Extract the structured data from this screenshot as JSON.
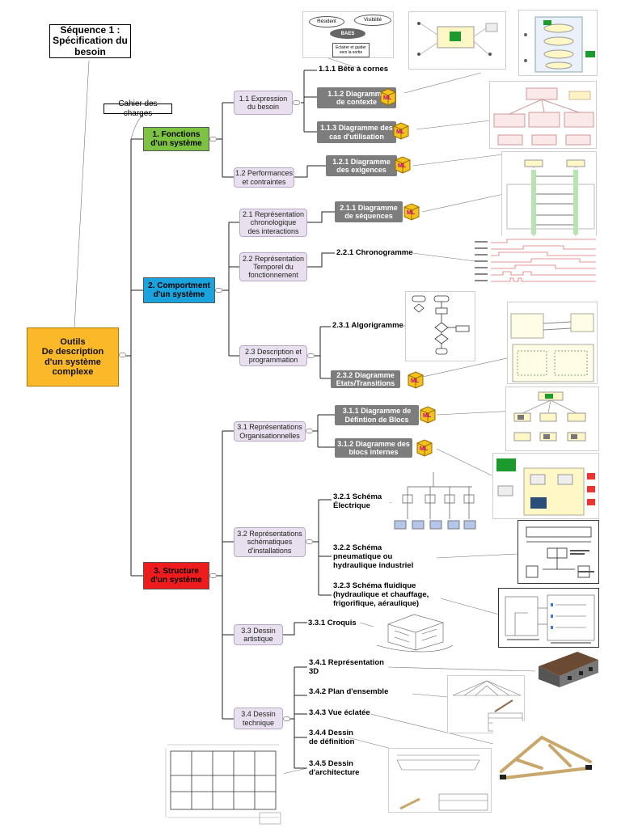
{
  "sequence_title": "Séquence 1 :\nSpécification du\nbesoin",
  "cahier": "Cahier des charges",
  "root": "Outils\nDe description\nd'un système\ncomplexe",
  "branches": [
    {
      "label": "1. Fonctions\nd'un système",
      "color": "#7dc242"
    },
    {
      "label": "2. Comportment\nd'un système",
      "color": "#1aa3dd"
    },
    {
      "label": "3. Structure\nd'un système",
      "color": "#ee1c1c"
    }
  ],
  "subs": {
    "s11": "1.1 Expression\ndu besoin",
    "s12": "1.2 Performances\net contraintes",
    "s21": "2.1 Représentation\nchronologique\ndes interactions",
    "s22": "2.2 Représentation\nTemporel du\nfonctionnement",
    "s23": "2.3 Description et\nprogrammation",
    "s31": "3.1 Représentations\nOrganisationnelles",
    "s32": "3.2 Représentations\nschématiques\nd'installations",
    "s33": "3.3 Dessin\nartistique",
    "s34": "3.4 Dessin\ntechnique"
  },
  "leaves": {
    "l111": "1.1.1 Bête à cornes",
    "l112": "1.1.2 Diagramme\nde contexte",
    "l113": "1.1.3 Diagramme des\ncas d'utilisation",
    "l121": "1.2.1 Diagramme\ndes exigences",
    "l211": "2.1.1 Diagramme\nde séquences",
    "l221": "2.2.1 Chronogramme",
    "l231": "2.3.1 Algorigramme",
    "l232": "2.3.2 Diagramme\nEtats/Transitions",
    "l311": "3.1.1 Diagramme de\nDéfintion de Blocs",
    "l312": "3.1.2 Diagramme des\nblocs internes",
    "l321": "3.2.1 Schéma\nÉlectrique",
    "l322": "3.2.2 Schéma\npneumatique ou\nhydraulique industriel",
    "l323": "3.2.3 Schéma fluidique\n(hydraulique et chauffage,\nfrigorifique, aéraulique)",
    "l331": "3.3.1 Croquis",
    "l341": "3.4.1 Représentation\n3D",
    "l342": "3.4.2 Plan d'ensemble",
    "l343": "3.4.3 Vue éclatée",
    "l344": "3.4.4 Dessin\nde définition",
    "l345": "3.4.5 Dessin\nd'architecture"
  },
  "bete": {
    "resident": "Résident",
    "visibilite": "Visibilité",
    "center": "BAES",
    "goal": "Éclairer et guider\nvers la sortie"
  }
}
